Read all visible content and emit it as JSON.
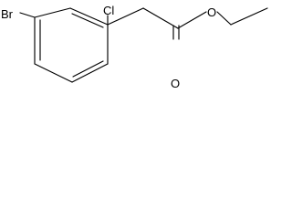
{
  "molecule": {
    "atoms": {
      "bromine": "Br",
      "chlorine": "Cl",
      "carbonyl_oxygen": "O",
      "ester_oxygen": "O"
    }
  }
}
